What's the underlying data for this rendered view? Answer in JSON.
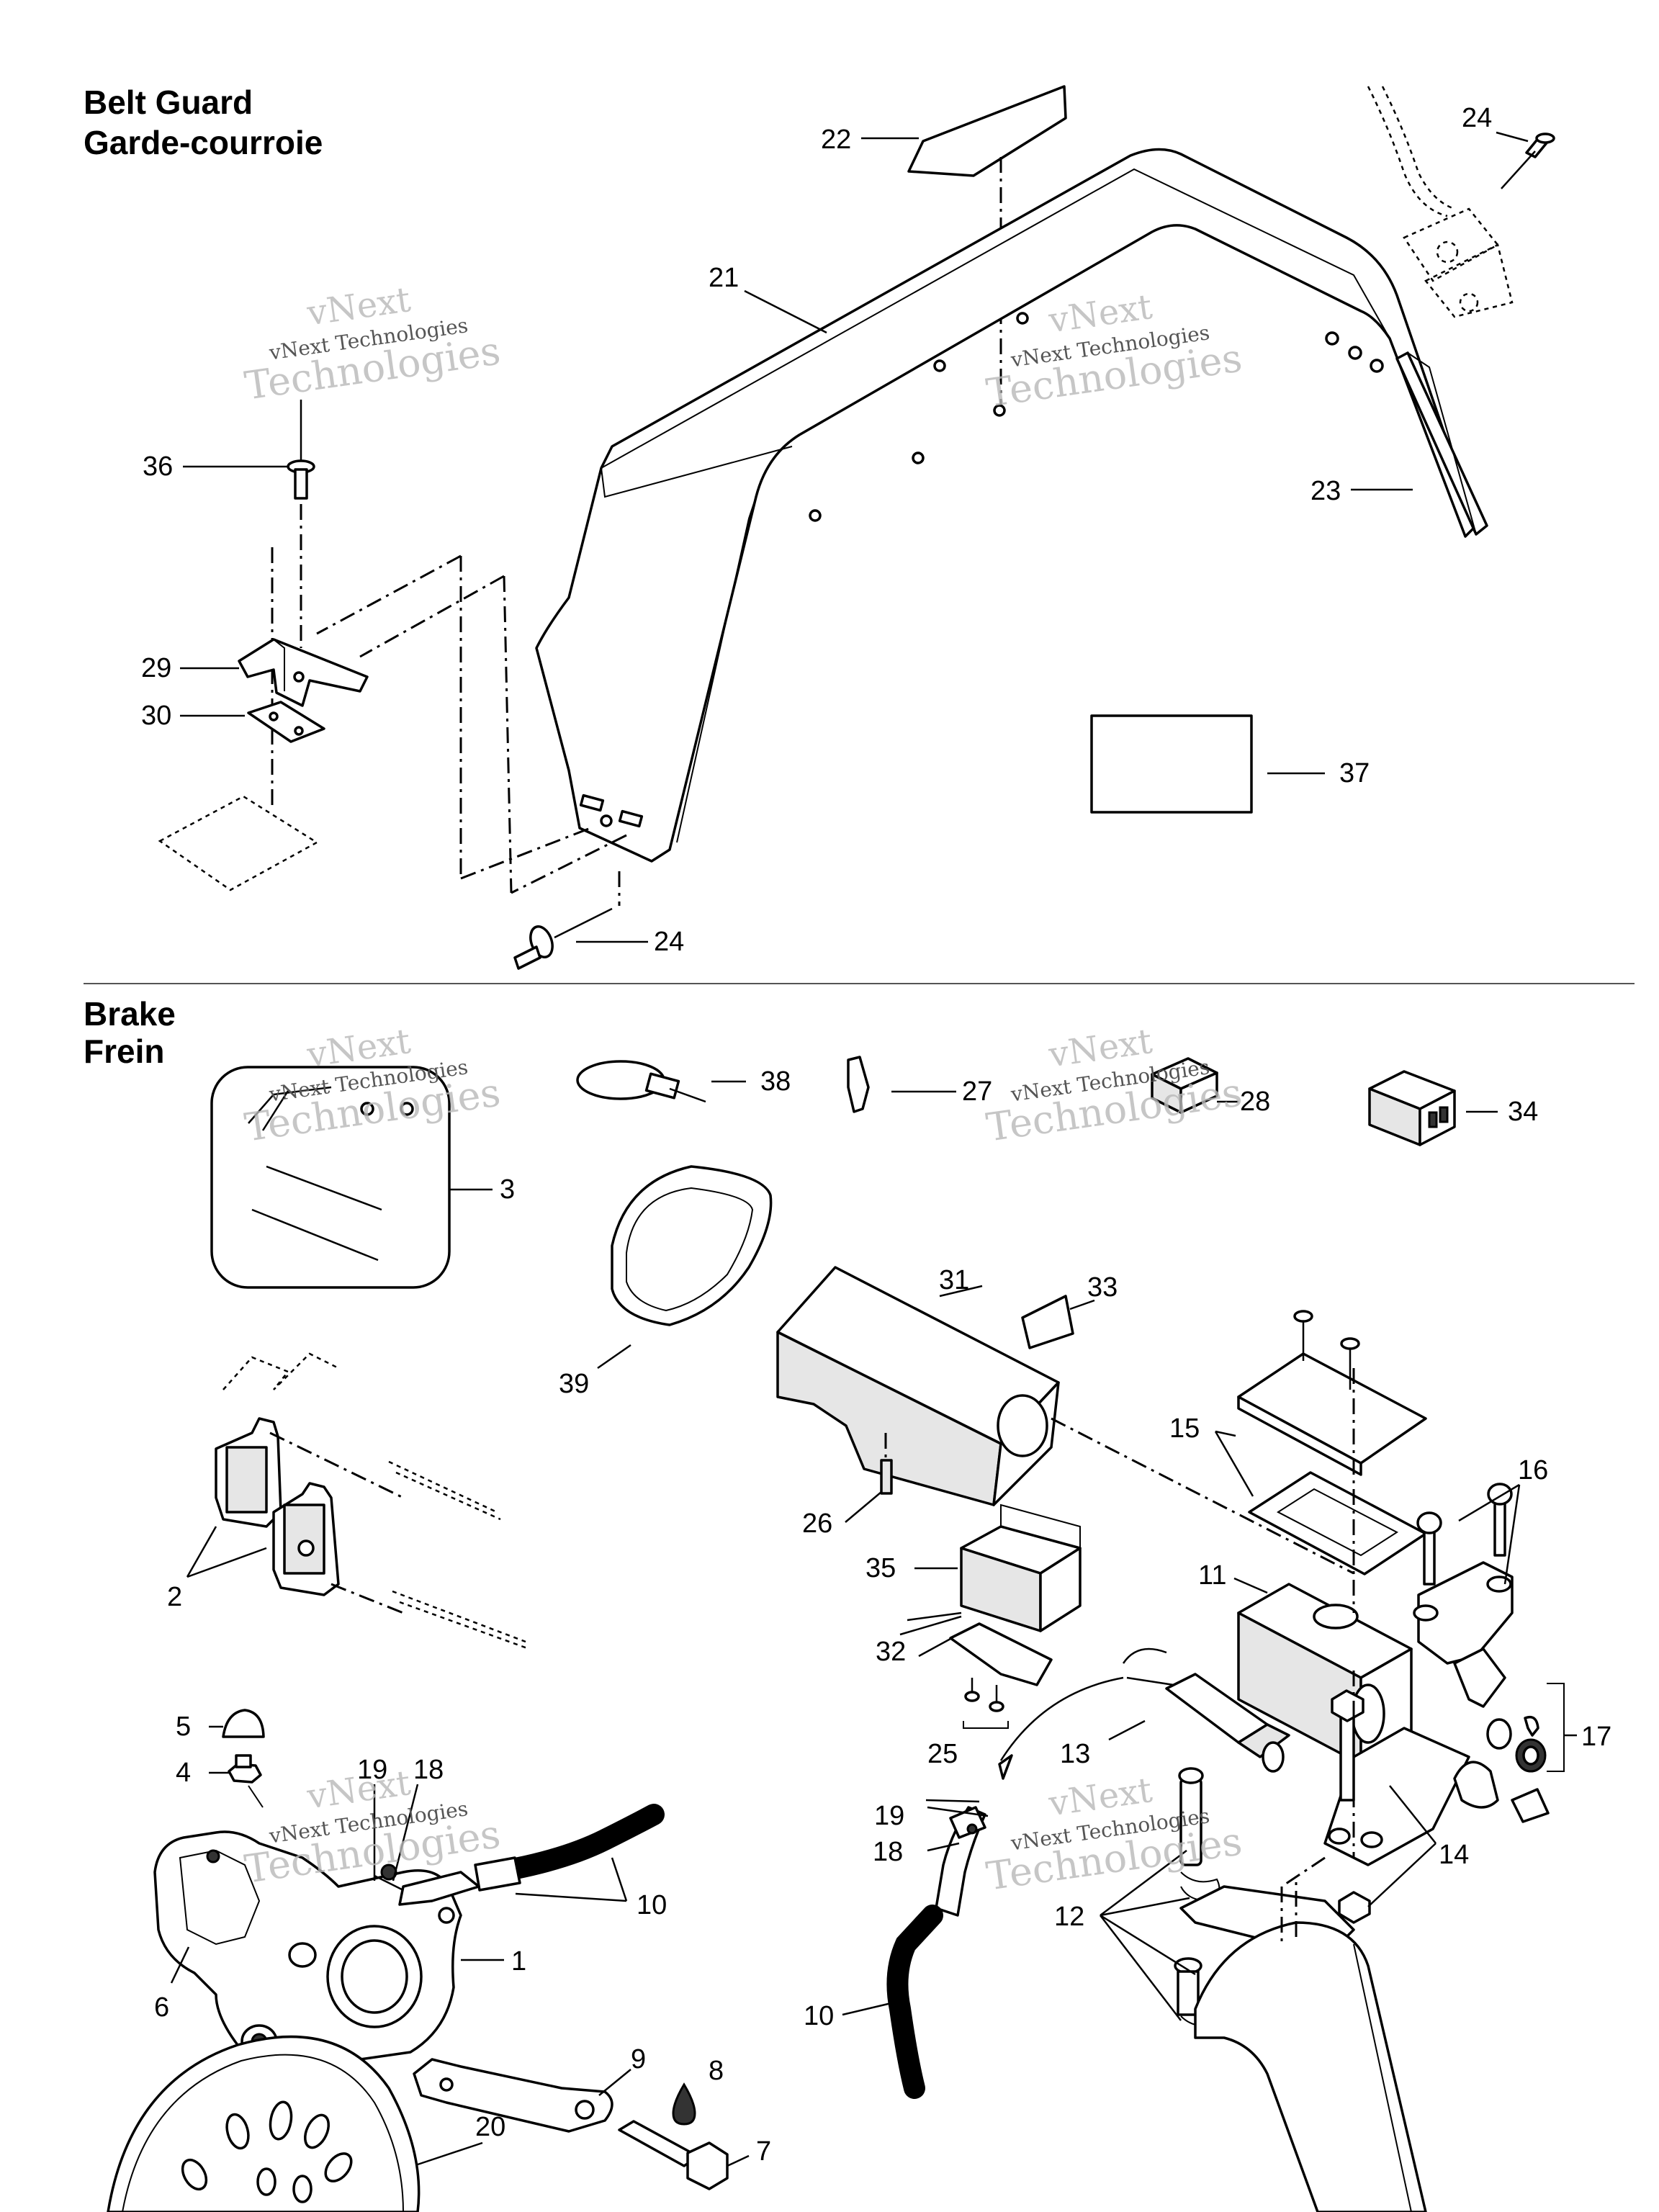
{
  "sections": {
    "belt_guard": {
      "title_en": "Belt Guard",
      "title_fr": "Garde-courroie"
    },
    "brake": {
      "title_en": "Brake",
      "title_fr": "Frein"
    }
  },
  "watermark": {
    "line1": "vNext",
    "line2": "vNext Technologies",
    "line3": "Technologies"
  },
  "callouts": {
    "belt_guard": [
      "22",
      "24",
      "21",
      "36",
      "23",
      "29",
      "30",
      "37",
      "24"
    ],
    "brake": [
      "38",
      "27",
      "28",
      "34",
      "3",
      "31",
      "33",
      "39",
      "15",
      "16",
      "26",
      "35",
      "11",
      "2",
      "32",
      "17",
      "25",
      "13",
      "5",
      "4",
      "19",
      "18",
      "10",
      "19",
      "18",
      "14",
      "1",
      "12",
      "6",
      "10",
      "9",
      "8",
      "20",
      "7"
    ]
  },
  "colors": {
    "ink": "#000000",
    "paper": "#ffffff",
    "watermark": "#b9b9b9"
  }
}
